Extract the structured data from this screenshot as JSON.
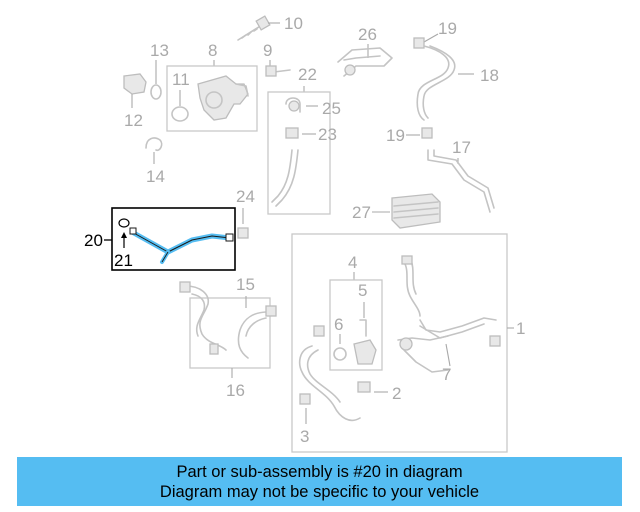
{
  "callouts": {
    "c1": "1",
    "c2": "2",
    "c3": "3",
    "c4": "4",
    "c5": "5",
    "c6": "6",
    "c7": "7",
    "c8": "8",
    "c9": "9",
    "c10": "10",
    "c11": "11",
    "c12": "12",
    "c13": "13",
    "c14": "14",
    "c15": "15",
    "c16": "16",
    "c17": "17",
    "c18": "18",
    "c19a": "19",
    "c19b": "19",
    "c20": "20",
    "c21": "21",
    "c22": "22",
    "c23": "23",
    "c24": "24",
    "c25": "25",
    "c26": "26",
    "c27": "27"
  },
  "highlight": {
    "part_number": "20",
    "color": "#55bdf2"
  },
  "banner": {
    "line1": "Part or sub-assembly is #20 in diagram",
    "line2": "Diagram may not be specific to your vehicle",
    "background": "#55bdf2"
  }
}
